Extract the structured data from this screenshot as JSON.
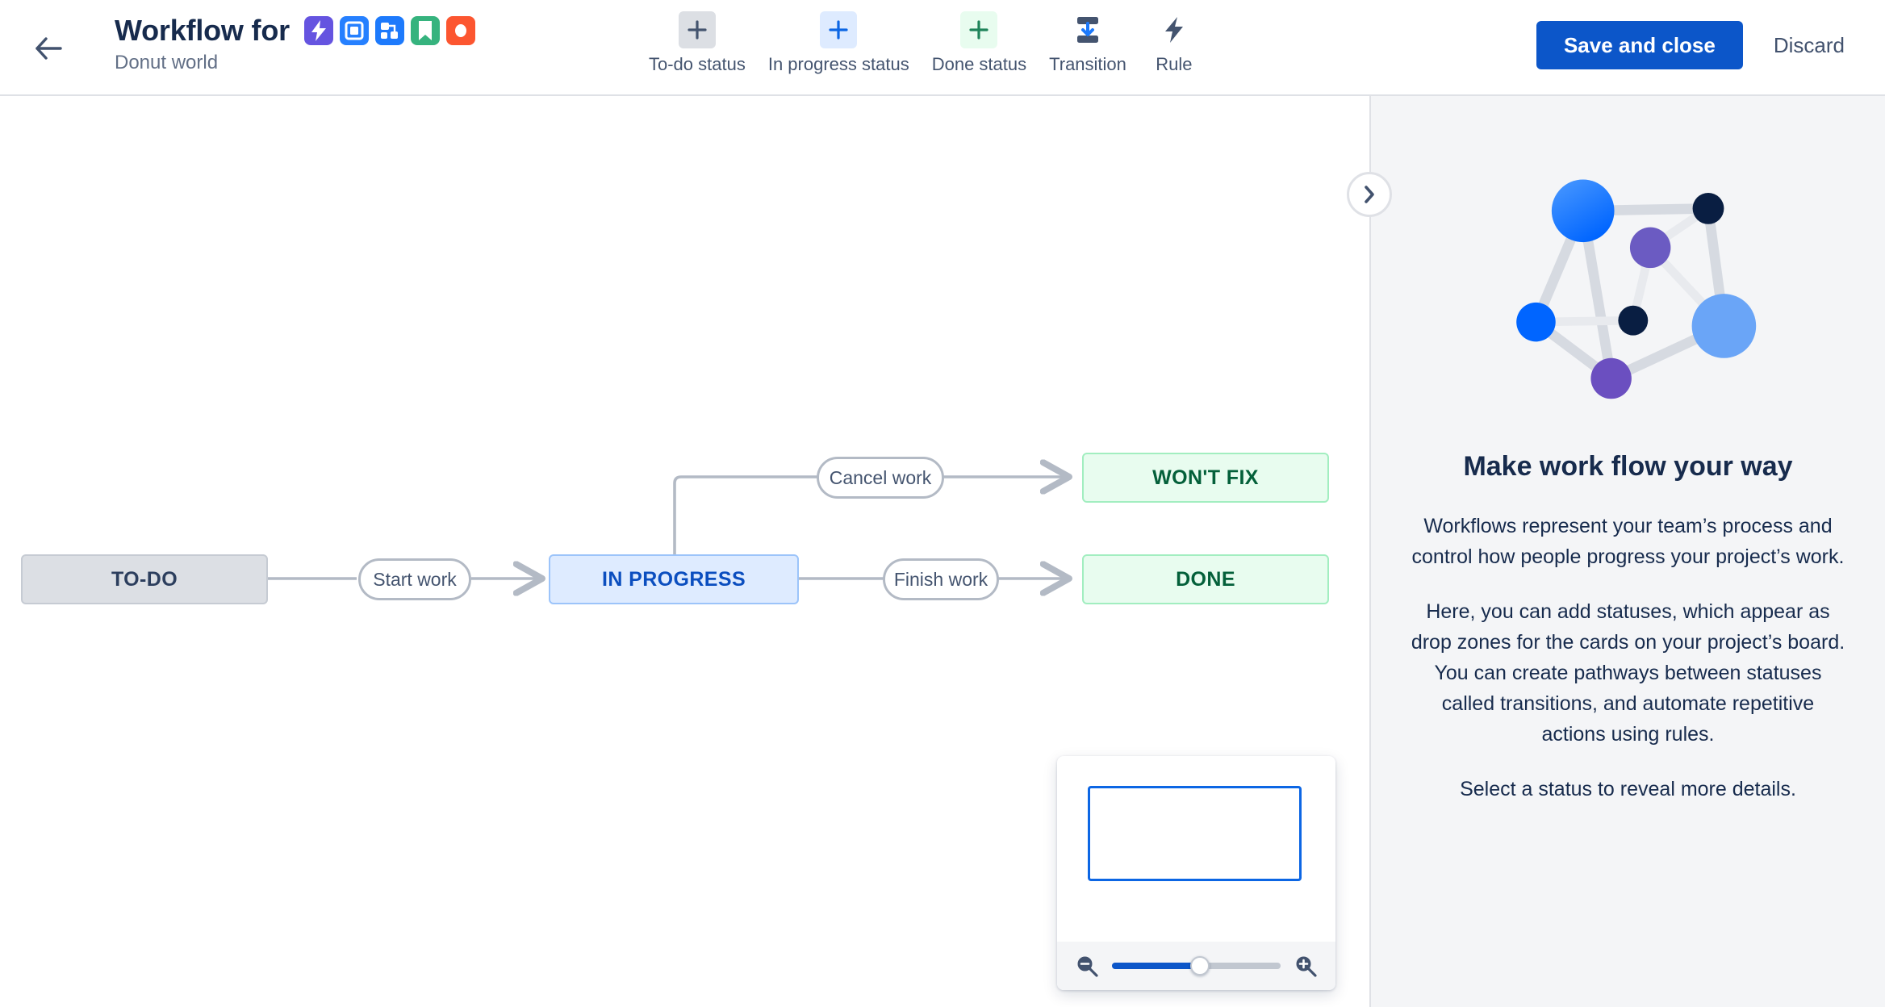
{
  "header": {
    "back_icon": "arrow-left-icon",
    "title": "Workflow for",
    "subtitle": "Donut world",
    "app_icons": [
      {
        "name": "automation-bolt-icon",
        "color": "#6554e0"
      },
      {
        "name": "board-square-icon",
        "color": "#2680ff"
      },
      {
        "name": "nodes-icon",
        "color": "#1d7afc"
      },
      {
        "name": "bookmark-icon",
        "color": "#36b37e"
      },
      {
        "name": "circle-record-icon",
        "color": "#fc5630"
      }
    ],
    "tools": [
      {
        "label": "To-do status",
        "icon": "plus-icon",
        "bg": "#dcdfe4",
        "fg": "#44546f"
      },
      {
        "label": "In progress status",
        "icon": "plus-icon",
        "bg": "#deebff",
        "fg": "#0c66e4"
      },
      {
        "label": "Done status",
        "icon": "plus-icon",
        "bg": "#e8fcef",
        "fg": "#1f845a"
      },
      {
        "label": "Transition",
        "icon": "transition-icon",
        "bg": "transparent",
        "fg": "#44546f"
      },
      {
        "label": "Rule",
        "icon": "bolt-icon",
        "bg": "transparent",
        "fg": "#44546f"
      }
    ],
    "save_label": "Save and close",
    "discard_label": "Discard",
    "primary_color": "#0c56c9"
  },
  "canvas": {
    "collapse_icon": "chevron-right-icon",
    "nodes": [
      {
        "id": "todo",
        "label": "TO-DO",
        "type": "todo"
      },
      {
        "id": "inprogress",
        "label": "IN PROGRESS",
        "type": "inprogress"
      },
      {
        "id": "wontfix",
        "label": "WON'T FIX",
        "type": "done"
      },
      {
        "id": "done",
        "label": "DONE",
        "type": "done"
      }
    ],
    "transitions": [
      {
        "id": "start",
        "label": "Start work",
        "from": "todo",
        "to": "inprogress"
      },
      {
        "id": "cancel",
        "label": "Cancel work",
        "from": "inprogress",
        "to": "wontfix"
      },
      {
        "id": "finish",
        "label": "Finish work",
        "from": "inprogress",
        "to": "done"
      }
    ]
  },
  "minimap": {
    "zoom_out_icon": "zoom-out-icon",
    "zoom_in_icon": "zoom-in-icon",
    "slider_percent": 52
  },
  "side_panel": {
    "illustration": "workflow-network-illustration",
    "title": "Make work flow your way",
    "paragraphs": [
      "Workflows represent your team’s process and control how people progress your project’s work.",
      "Here, you can add statuses, which appear as drop zones for the cards on your project’s board. You can create pathways between statuses called transitions, and automate repetitive actions using rules.",
      "Select a status to reveal more details."
    ]
  }
}
